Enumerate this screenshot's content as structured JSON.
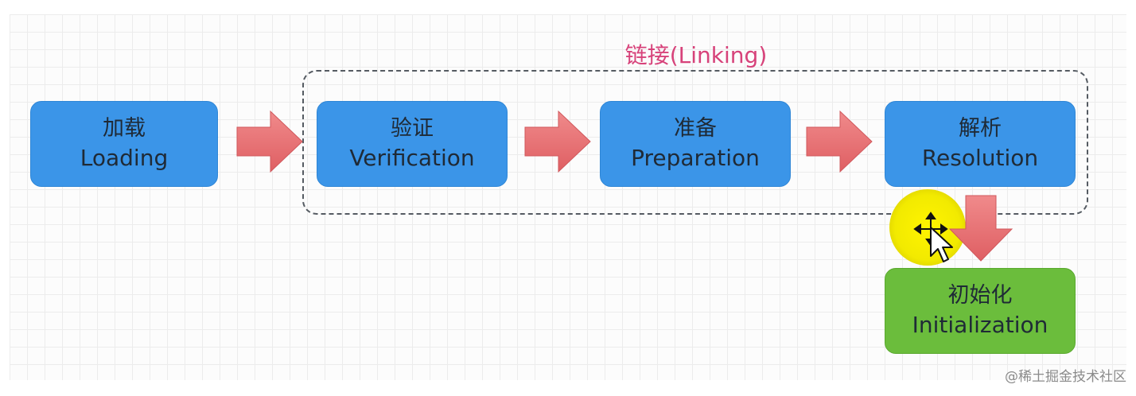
{
  "diagram": {
    "group_label": "链接(Linking)",
    "stages": [
      {
        "id": "loading",
        "zh": "加载",
        "en": "Loading"
      },
      {
        "id": "verification",
        "zh": "验证",
        "en": "Verification"
      },
      {
        "id": "preparation",
        "zh": "准备",
        "en": "Preparation"
      },
      {
        "id": "resolution",
        "zh": "解析",
        "en": "Resolution"
      },
      {
        "id": "initialization",
        "zh": "初始化",
        "en": "Initialization"
      }
    ],
    "colors": {
      "stage_blue": "#3b95e8",
      "stage_green": "#6bbd3c",
      "arrow": "#e86a6d",
      "group_label": "#d7427a",
      "cursor_highlight": "#f5ec00"
    }
  },
  "footer": {
    "watermark": "@稀土掘金技术社区"
  }
}
